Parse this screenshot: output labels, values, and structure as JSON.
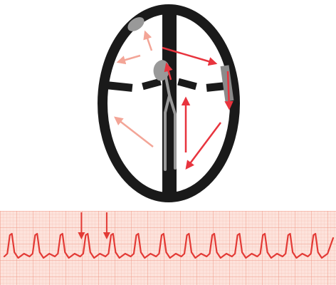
{
  "figure": {
    "conduction_diagram": {
      "colors": {
        "outline": "#1a1a1a",
        "background": "#ffffff",
        "node": "#999999",
        "impulse_arrow": "#e8343e",
        "faded_impulse_arrow": "#f3a597"
      },
      "elements": [
        "heart-outline",
        "interventricular-septum",
        "sinoatrial-node",
        "atrioventricular-node",
        "his-bundle",
        "bundle-branches",
        "ectopic-focus",
        "reentry-impulse-arrows"
      ]
    },
    "ecg_strip": {
      "colors": {
        "background": "#fde3dc",
        "grid_minor": "#f6bfb3",
        "grid_major": "#ef9a89",
        "trace": "#e33a35",
        "marker_arrow": "#e33a35"
      },
      "marker_count": 2,
      "complex_count": 13
    }
  }
}
